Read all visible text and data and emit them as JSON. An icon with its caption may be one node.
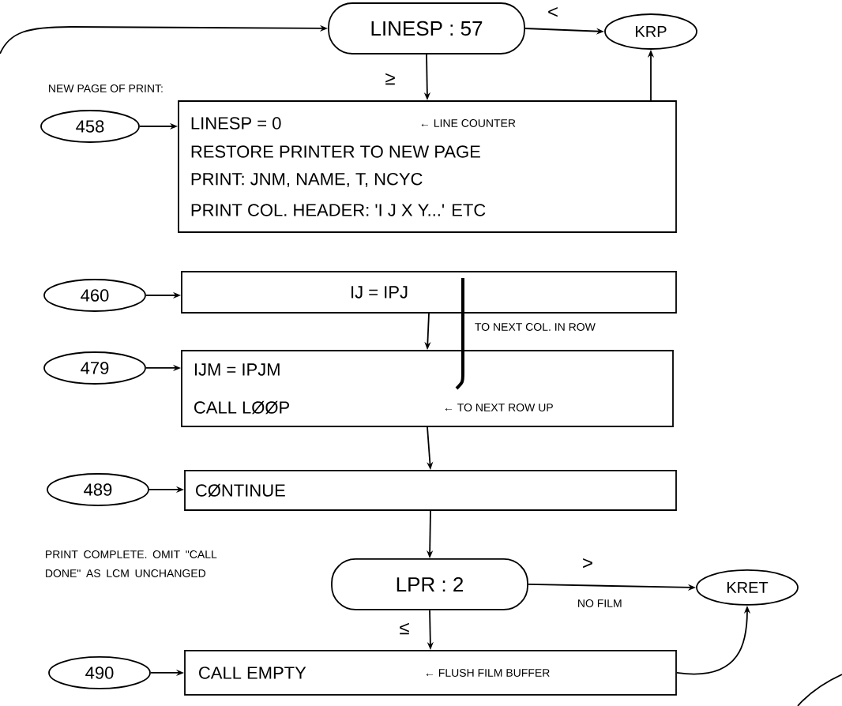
{
  "diagram": {
    "nodes": [
      {
        "text": [
          "LINESP : 57"
        ]
      },
      {
        "text": [
          "KRP"
        ]
      },
      {
        "text": [
          "458"
        ]
      },
      {
        "text": [
          "LINESP = 0",
          "← LINE COUNTER",
          "RESTORE PRINTER TO NEW PAGE",
          "PRINT: JNM, NAME, T, NCYC",
          "PRINT COL. HEADER: 'I J X Y...' ETC"
        ]
      },
      {
        "text": [
          "460"
        ]
      },
      {
        "text": [
          "IJ = IPJ"
        ]
      },
      {
        "text": [
          "479"
        ]
      },
      {
        "text": [
          "IJM = IPJM",
          "CALL LØØP",
          "← TO NEXT ROW UP"
        ]
      },
      {
        "text": [
          "489"
        ]
      },
      {
        "text": [
          "CØNTINUE"
        ]
      },
      {
        "text": [
          "LPR : 2"
        ]
      },
      {
        "text": [
          "KRET"
        ]
      },
      {
        "text": [
          "490"
        ]
      },
      {
        "text": [
          "CALL EMPTY",
          "← FLUSH FILM BUFFER"
        ]
      }
    ],
    "edges": [
      {
        "from": null,
        "to": 0,
        "arrow": "to"
      },
      {
        "from": 0,
        "to": 1,
        "arrow": "to",
        "label": "<"
      },
      {
        "from": 0,
        "to": 3,
        "arrow": "to",
        "label": "≥"
      },
      {
        "from": 3,
        "to": 1,
        "arrow": "to"
      },
      {
        "from": 2,
        "to": 3,
        "arrow": "to"
      },
      {
        "from": 4,
        "to": 5,
        "arrow": "to"
      },
      {
        "from": 5,
        "to": 7,
        "arrow": "to"
      },
      {
        "from": 6,
        "to": 7,
        "arrow": "to"
      },
      {
        "from": 7,
        "to": 9,
        "arrow": "to"
      },
      {
        "from": 8,
        "to": 9,
        "arrow": "to"
      },
      {
        "from": 9,
        "to": 10,
        "arrow": "to"
      },
      {
        "from": 10,
        "to": 11,
        "arrow": "to",
        "label": ">"
      },
      {
        "from": 10,
        "to": 13,
        "arrow": "to",
        "label": "≤"
      },
      {
        "from": 12,
        "to": 13,
        "arrow": "to"
      },
      {
        "from": 13,
        "to": 11,
        "arrow": "to"
      }
    ],
    "labels": [
      "NEW PAGE OF PRINT:",
      "TO NEXT COL. IN ROW",
      "NO FILM",
      "PRINT COMPLETE. OMIT \"CALL DONE\" AS LCM UNCHANGED"
    ]
  }
}
